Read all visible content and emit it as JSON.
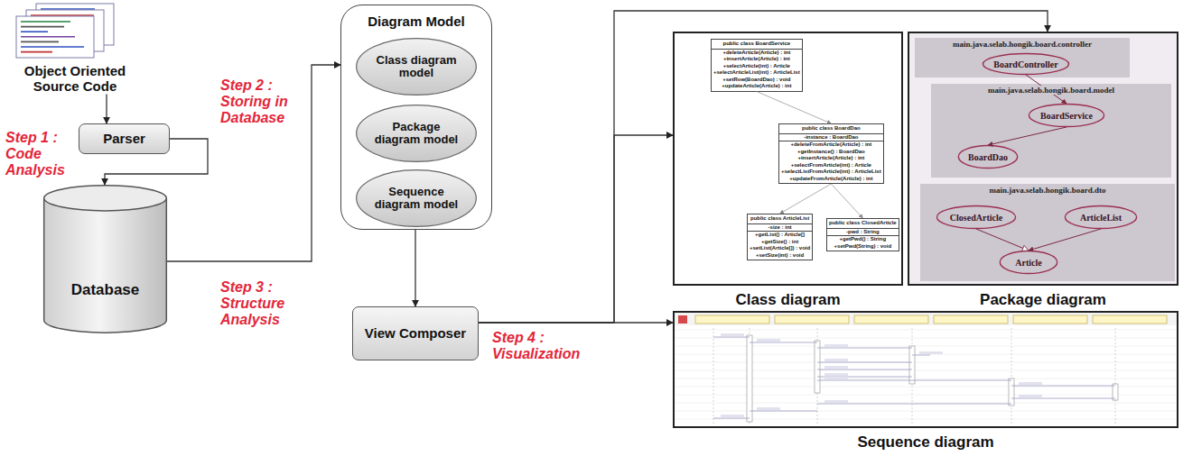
{
  "diagram": {
    "nodes": [
      {
        "text": [
          "Object Oriented Source Code"
        ]
      },
      {
        "text": [
          "Parser"
        ]
      },
      {
        "text": [
          "Database"
        ]
      },
      {
        "text": [
          "Diagram Model"
        ]
      },
      {
        "text": [
          "Class diagram model"
        ],
        "in": 3
      },
      {
        "text": [
          "Package diagram model"
        ],
        "in": 3
      },
      {
        "text": [
          "Sequence diagram model"
        ],
        "in": 3
      },
      {
        "text": [
          "View Composer"
        ]
      },
      {
        "text": [
          "Class diagram"
        ]
      },
      {
        "text": [
          "public class BoardService",
          "+deleteArticle(Article) : int",
          "+insertArticle(Article) : int",
          "+selectArticle(int) : Article",
          "+selectArticleList(int) : ArticleList",
          "+setRow(BoardDao) : void",
          "+updateArticle(Article) : int"
        ],
        "in": 8
      },
      {
        "text": [
          "public class BoardDao",
          "-instance : BoardDao",
          "+deleteFromArticle(Article) : int",
          "+getInstance() : BoardDao",
          "+insertArticle(Article) : int",
          "+selectFromArticle(int) : Article",
          "+selectListFromArticle(int) : ArticleList",
          "+updateFromArticle(Article) : int"
        ],
        "in": 8
      },
      {
        "text": [
          "public class ArticleList",
          "-size : int",
          "+getList() : Article[]",
          "+getSize() : int",
          "+setList(Article[]) : void",
          "+setSize(int) : void"
        ],
        "in": 8
      },
      {
        "text": [
          "public class ClosedArticle",
          "-pwd : String",
          "+getPwd() : String",
          "+setPwd(String) : void"
        ],
        "in": 8
      },
      {
        "text": [
          "Package diagram"
        ]
      },
      {
        "text": [
          "main.java.selab.hongik.board.controller"
        ],
        "in": 13
      },
      {
        "text": [
          "BoardController"
        ],
        "in": 14
      },
      {
        "text": [
          "main.java.selab.hongik.board.model"
        ],
        "in": 13
      },
      {
        "text": [
          "BoardService"
        ],
        "in": 16
      },
      {
        "text": [
          "BoardDao"
        ],
        "in": 16
      },
      {
        "text": [
          "main.java.selab.hongik.board.dto"
        ],
        "in": 13
      },
      {
        "text": [
          "ClosedArticle"
        ],
        "in": 19
      },
      {
        "text": [
          "ArticleList"
        ],
        "in": 19
      },
      {
        "text": [
          "Article"
        ],
        "in": 19
      },
      {
        "text": [
          "Sequence diagram"
        ]
      }
    ],
    "edges": [
      {
        "from": 0,
        "to": 1,
        "arrow": "to"
      },
      {
        "from": 1,
        "to": 2,
        "arrow": "to"
      },
      {
        "from": 2,
        "to": 3,
        "arrow": "to"
      },
      {
        "from": 3,
        "to": 7,
        "arrow": "to"
      },
      {
        "from": 7,
        "to": 8,
        "arrow": "to"
      },
      {
        "from": 7,
        "to": 13,
        "arrow": "to"
      },
      {
        "from": 7,
        "to": 23,
        "arrow": "to"
      },
      {
        "from": 9,
        "to": 10,
        "arrow": "to"
      },
      {
        "from": 10,
        "to": 11,
        "arrow": "to"
      },
      {
        "from": 10,
        "to": 12,
        "arrow": "to"
      },
      {
        "from": 15,
        "to": 17,
        "arrow": "to"
      },
      {
        "from": 17,
        "to": 18,
        "arrow": "to"
      },
      {
        "from": 20,
        "to": 22,
        "arrow": "to"
      },
      {
        "from": 21,
        "to": 22,
        "arrow": "to"
      }
    ],
    "labels": [
      "Step 1 : Code Analysis",
      "Step 2 : Storing in Database",
      "Step 3 : Structure Analysis",
      "Step 4 : Visualization"
    ]
  }
}
